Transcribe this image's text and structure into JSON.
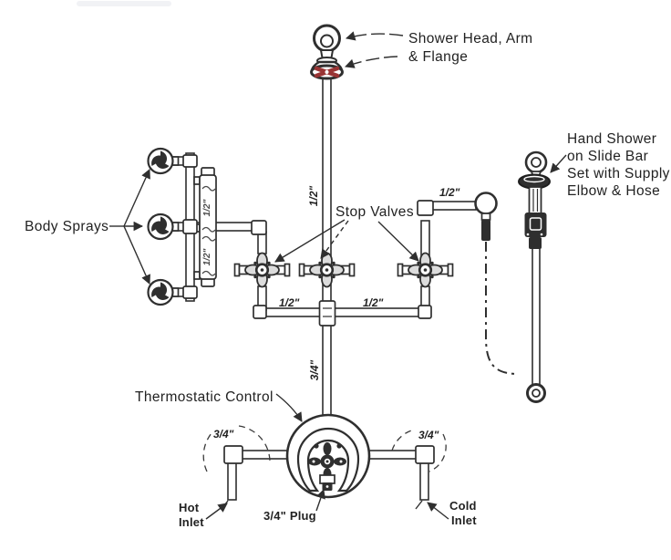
{
  "figure": {
    "description": "Custom shower system rough-in piping diagram"
  },
  "labels": {
    "shower_head_1": "Shower Head, Arm",
    "shower_head_2": "& Flange",
    "hand_shower_1": "Hand Shower",
    "hand_shower_2": "on Slide Bar",
    "hand_shower_3": "Set with Supply",
    "hand_shower_4": "Elbow & Hose",
    "body_sprays": "Body Sprays",
    "stop_valves": "Stop Valves",
    "thermostatic_control": "Thermostatic Control",
    "hot_1": "Hot",
    "hot_2": "Inlet",
    "cold_1": "Cold",
    "cold_2": "Inlet",
    "plug": "3/4\" Plug"
  },
  "sizes": {
    "riser": "1/2\"",
    "hand_supply": "1/2\"",
    "manifold_left": "1/2\"",
    "manifold_right": "1/2\"",
    "control_riser": "3/4\"",
    "hot": "3/4\"",
    "cold": "3/4\"",
    "spray_upper": "1/2\"",
    "spray_lower": "1/2\""
  },
  "colors": {
    "line": "#2f2f2f",
    "accent_red": "#993434",
    "background": "#ffffff"
  }
}
